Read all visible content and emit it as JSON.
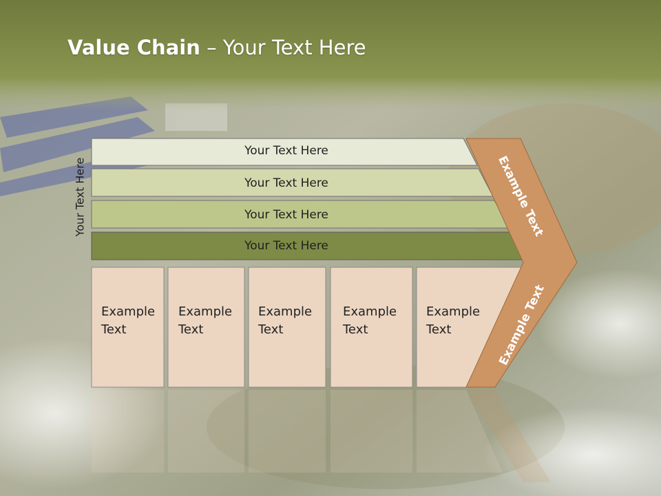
{
  "slide": {
    "title_bold": "Value Chain",
    "title_rest": " – Your Text Here"
  },
  "side_label": "Your Text Here",
  "rows": [
    {
      "label": "Your Text Here",
      "color": "#e8ead8"
    },
    {
      "label": "Your Text Here",
      "color": "#d3d9ad"
    },
    {
      "label": "Your Text Here",
      "color": "#bdc78b"
    },
    {
      "label": "Your Text Here",
      "color": "#7d8b46"
    }
  ],
  "cells": [
    {
      "line1": "Example",
      "line2": "Text"
    },
    {
      "line1": "Example",
      "line2": "Text"
    },
    {
      "line1": "Example",
      "line2": "Text"
    },
    {
      "line1": "Example",
      "line2": "Text"
    },
    {
      "line1": "Example",
      "line2": "Text"
    }
  ],
  "chevron": {
    "upper_label": "Example Text",
    "lower_label": "Example Text",
    "color": "#cd9464"
  },
  "colors": {
    "header": "#7f8a45",
    "cell_fill": "#ecd6c2"
  }
}
